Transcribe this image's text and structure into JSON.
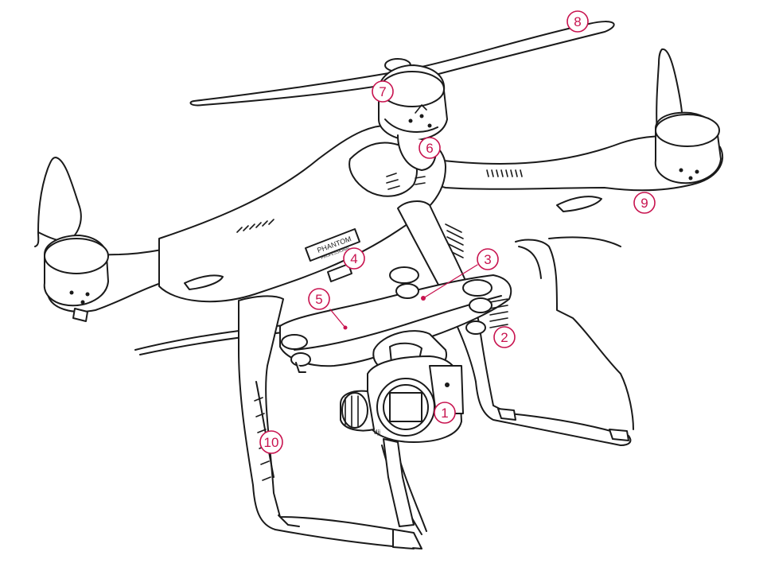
{
  "diagram": {
    "brand_text": [
      "PHANTOM",
      "PROFESSIONAL"
    ],
    "camera_logo_text": "dji",
    "accent_color": "#c8134f",
    "line_color": "#1a1a1a"
  },
  "callouts": [
    {
      "id": "c1",
      "label": "1"
    },
    {
      "id": "c2",
      "label": "2"
    },
    {
      "id": "c3",
      "label": "3"
    },
    {
      "id": "c4",
      "label": "4"
    },
    {
      "id": "c5",
      "label": "5"
    },
    {
      "id": "c6",
      "label": "6"
    },
    {
      "id": "c7",
      "label": "7"
    },
    {
      "id": "c8",
      "label": "8"
    },
    {
      "id": "c9",
      "label": "9"
    },
    {
      "id": "c10",
      "label": "10"
    }
  ]
}
